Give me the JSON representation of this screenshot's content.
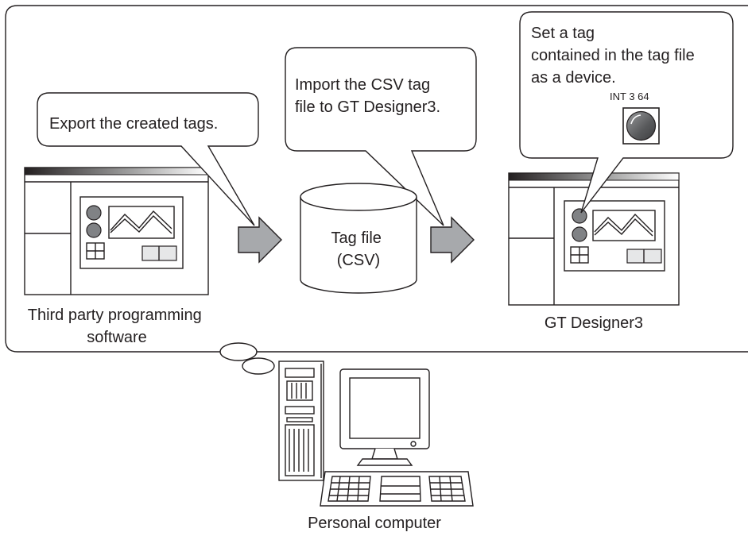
{
  "bubbles": {
    "export": [
      "Export the created tags."
    ],
    "import": [
      "Import the CSV tag",
      "file to GT Designer3."
    ],
    "set_tag": [
      "Set a tag",
      "contained in the tag file",
      "as a device."
    ]
  },
  "lamp_device_label": "INT 3 64",
  "tag_file": [
    "Tag file",
    "(CSV)"
  ],
  "third_party_caption": [
    "Third party programming",
    "software"
  ],
  "gt_designer_caption": "GT Designer3",
  "computer_caption": "Personal computer",
  "icons": {
    "software_window": "application-window-icon",
    "cylinder": "database-cylinder-icon",
    "arrow": "right-arrow-icon",
    "lamp": "lamp-icon",
    "computer": "desktop-computer-icon",
    "thought": "thought-bubble-icon"
  },
  "colors": {
    "line": "#231f20",
    "arrow_fill": "#a7a9ac",
    "lamp_fill": "#58595b"
  }
}
